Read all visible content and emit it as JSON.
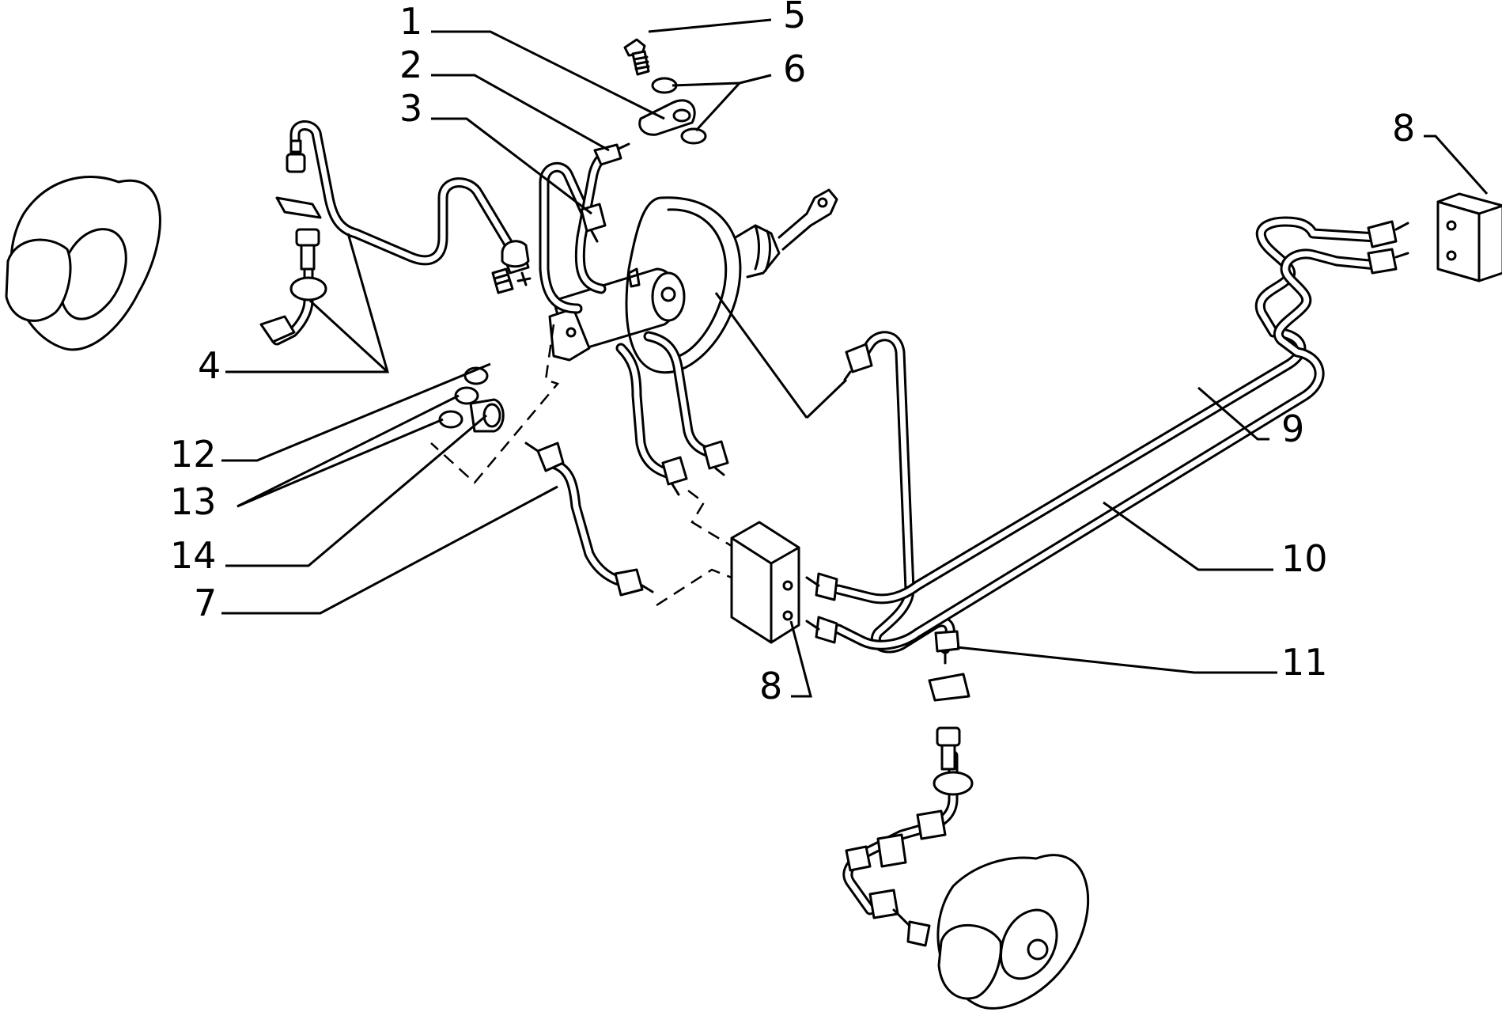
{
  "diagram": {
    "callouts": [
      {
        "id": "c1",
        "text": "1"
      },
      {
        "id": "c2",
        "text": "2"
      },
      {
        "id": "c3",
        "text": "3"
      },
      {
        "id": "c4",
        "text": "4"
      },
      {
        "id": "c5",
        "text": "5"
      },
      {
        "id": "c6",
        "text": "6"
      },
      {
        "id": "c7",
        "text": "7"
      },
      {
        "id": "c8a",
        "text": "8"
      },
      {
        "id": "c8b",
        "text": "8"
      },
      {
        "id": "c9",
        "text": "9"
      },
      {
        "id": "c10",
        "text": "10"
      },
      {
        "id": "c11",
        "text": "11"
      },
      {
        "id": "c12",
        "text": "12"
      },
      {
        "id": "c13",
        "text": "13"
      },
      {
        "id": "c14",
        "text": "14"
      }
    ]
  }
}
